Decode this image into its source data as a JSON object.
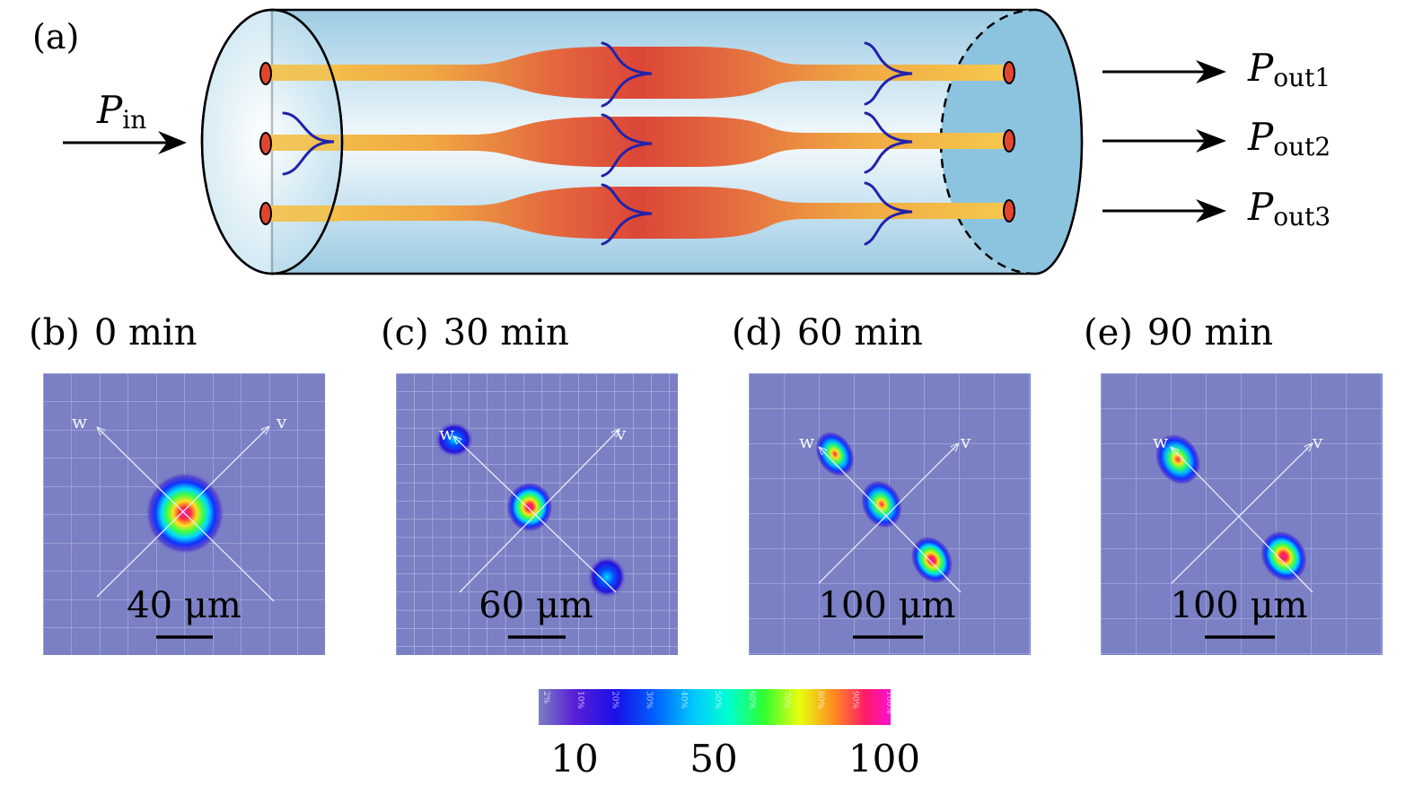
{
  "panel_a": {
    "label": "(a)",
    "input": {
      "symbol": "P",
      "subscript": "in"
    },
    "outputs": [
      {
        "symbol": "P",
        "subscript": "out1"
      },
      {
        "symbol": "P",
        "subscript": "out2"
      },
      {
        "symbol": "P",
        "subscript": "out3"
      }
    ]
  },
  "panels": [
    {
      "label": "(b)",
      "time": "0 min",
      "scale": "40 μm",
      "axis_w": "w",
      "axis_v": "v"
    },
    {
      "label": "(c)",
      "time": "30 min",
      "scale": "60 μm",
      "axis_w": "w",
      "axis_v": "v"
    },
    {
      "label": "(d)",
      "time": "60 min",
      "scale": "100 μm",
      "axis_w": "w",
      "axis_v": "v"
    },
    {
      "label": "(e)",
      "time": "90 min",
      "scale": "100 μm",
      "axis_w": "w",
      "axis_v": "v"
    }
  ],
  "colorbar": {
    "ticks": [
      "10",
      "50",
      "100"
    ],
    "percent_labels": [
      "2%",
      "10%",
      "20%",
      "30%",
      "40%",
      "50%",
      "60%",
      "70%",
      "80%",
      "90%",
      "100%"
    ]
  },
  "colors": {
    "tube_fill": "#a9d3e8",
    "end_face": "#8cc4e0",
    "core_outer": "#f3c04a",
    "core_mid": "#e8873a",
    "core_inner": "#dd4b3a",
    "mode_curve": "#2222aa",
    "map_background": "#7b7fc4"
  }
}
